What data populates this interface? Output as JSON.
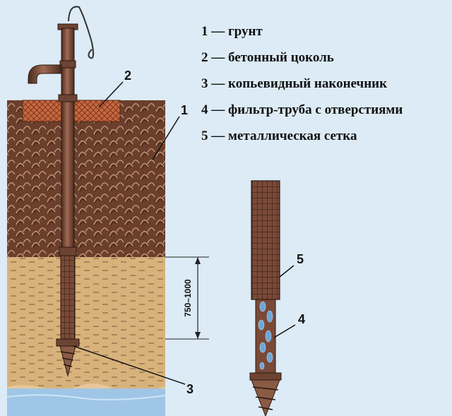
{
  "legend": [
    {
      "num": "1",
      "text": "1 — грунт"
    },
    {
      "num": "2",
      "text": "2 — бетонный цоколь"
    },
    {
      "num": "3",
      "text": "3 — копьевидный наконечник"
    },
    {
      "num": "4",
      "text": "4 — фильтр-труба с отверстиями"
    },
    {
      "num": "5",
      "text": "5 — металлическая сетка"
    }
  ],
  "callouts": {
    "c1": "1",
    "c2": "2",
    "c3": "3",
    "c4": "4",
    "c5": "5"
  },
  "dimension": "750–1000",
  "colors": {
    "background": "#dcebf6",
    "soil": "#6b3f2c",
    "sand": "#d8b27b",
    "concrete": "#c9683f",
    "water": "#9fc6e6",
    "pipe": "#7a4a38"
  }
}
